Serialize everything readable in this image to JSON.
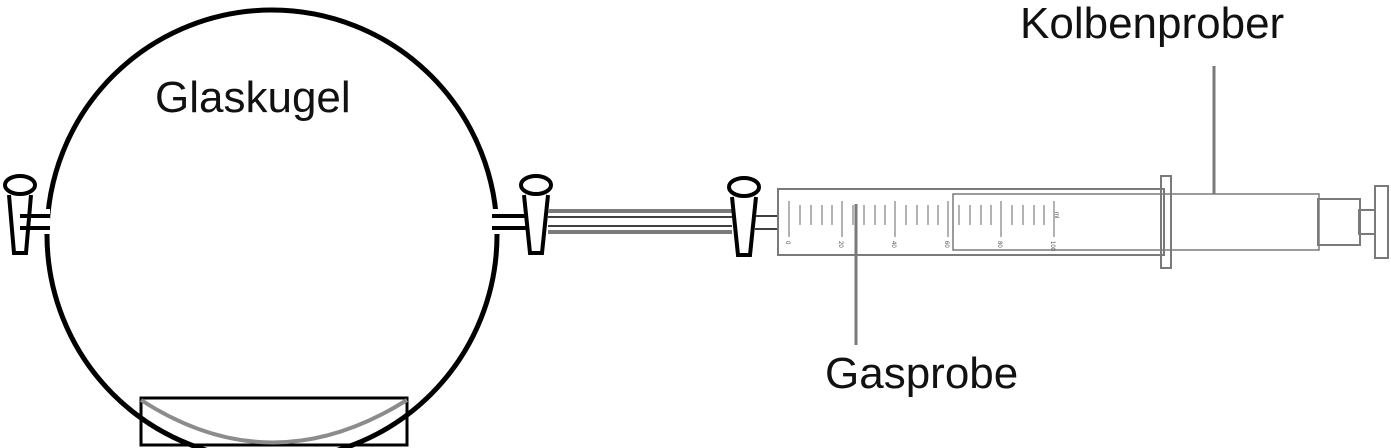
{
  "labels": {
    "sphere": "Glaskugel",
    "syringe": "Kolbenprober",
    "sample": "Gasprobe"
  },
  "scale": {
    "unit": "ml",
    "tick_labels": [
      "0",
      "20",
      "40",
      "60",
      "80",
      "100"
    ]
  },
  "colors": {
    "outline": "#000000",
    "leader": "#7a7a7a",
    "base_arc": "#8c8c8c"
  }
}
